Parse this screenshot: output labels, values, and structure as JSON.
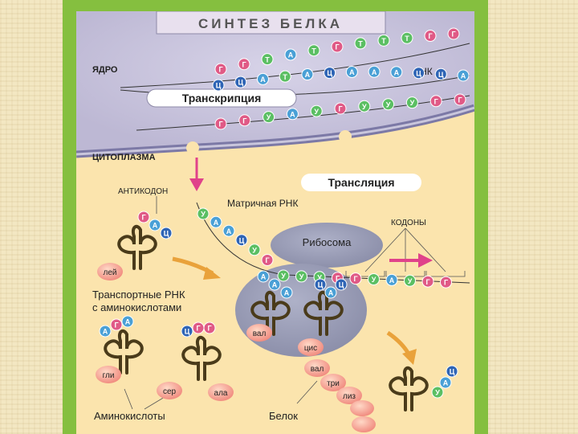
{
  "title": "СИНТЕЗ БЕЛКА",
  "labels": {
    "nucleus": "ЯДРО",
    "dna": "ДНК",
    "transcription": "Транскрипция",
    "cytoplasm": "ЦИТОПЛАЗМА",
    "translation": "Трансляция",
    "anticodon": "АНТИКОДОН",
    "mrna": "Матричная РНК",
    "codons": "КОДОНЫ",
    "ribosome": "Рибосома",
    "trna_line1": "Транспортные РНК",
    "trna_line2": "с аминокислотами",
    "amino_acids": "Аминокислоты",
    "protein": "Белок"
  },
  "dna_top_strand": [
    "Г",
    "Г",
    "Т",
    "А",
    "Т",
    "Г",
    "Т",
    "Т",
    "Т",
    "Г",
    "Г"
  ],
  "dna_bottom_strand": [
    "Ц",
    "Ц",
    "А",
    "Т",
    "А",
    "Ц",
    "А",
    "А",
    "А",
    "Ц",
    "Ц",
    "А"
  ],
  "rna_transcript": [
    "Г",
    "Г",
    "У",
    "А",
    "У",
    "Г",
    "У",
    "У",
    "У",
    "Г",
    "Г"
  ],
  "mrna_sequence": [
    "У",
    "А",
    "А",
    "Ц",
    "У",
    "Г",
    "У",
    "У",
    "У",
    "Г",
    "Г",
    "У",
    "А",
    "У",
    "Г",
    "Г"
  ],
  "ribosome_anticodons": [
    "А",
    "А",
    "А",
    "Ц",
    "А",
    "Ц"
  ],
  "trna_anticodons": {
    "leu": [
      "Г",
      "А",
      "Ц"
    ],
    "gly": [
      "А",
      "Г",
      "А"
    ],
    "ala": [
      "Ц",
      "Г",
      "Г"
    ],
    "exiting": [
      "Ц",
      "А",
      "У"
    ]
  },
  "amino_acid_labels": {
    "leu": "лей",
    "gly": "гли",
    "ser": "сер",
    "ala": "ала"
  },
  "protein_chain": [
    "вал",
    "цис",
    "вал",
    "три",
    "лиз"
  ],
  "nucleotide_colors": {
    "А": "#4aa0d6",
    "Т": "#5bbf63",
    "У": "#5bbf63",
    "Г": "#e05a86",
    "Ц": "#2e64b5"
  },
  "colors": {
    "panel_green": "#85bf3f",
    "nucleus": "#c8c4dc",
    "cytoplasm": "#fbe4ad",
    "ribosome": "#9b9eb8",
    "arrow": "#e9a23b",
    "title_bar": "#e8e0ee"
  }
}
